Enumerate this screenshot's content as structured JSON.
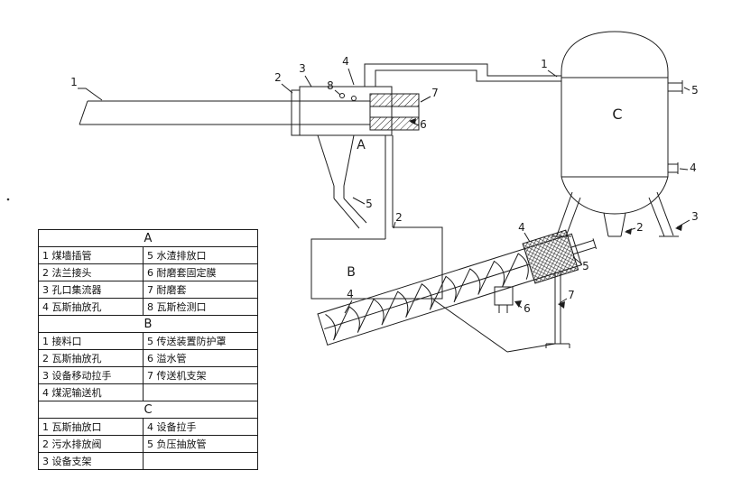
{
  "diagram": {
    "assemblies": {
      "a": "A",
      "b": "B",
      "c": "C"
    },
    "callouts": {
      "pipe1": "1",
      "flange2": "2",
      "collector3": "3",
      "hole4": "4",
      "detect8": "8",
      "sleeve7": "7",
      "fix6": "6",
      "drain5": "5",
      "bpipe2": "2",
      "conv4_top": "4",
      "conv4_bottom": "4",
      "cover5": "5",
      "overflow6": "6",
      "support7": "7",
      "inlet1": "1",
      "suction5": "5",
      "handle4": "4",
      "valve2": "2",
      "stand3": "3"
    }
  },
  "legend": {
    "sections": [
      {
        "header": "A",
        "rows": [
          [
            "1 煤墙插管",
            "5 水渣排放口"
          ],
          [
            "2 法兰接头",
            "6 耐磨套固定膜"
          ],
          [
            "3 孔口集流器",
            "7 耐磨套"
          ],
          [
            "4 瓦斯抽放孔",
            "8 瓦斯检测口"
          ]
        ]
      },
      {
        "header": "B",
        "rows": [
          [
            "1 接料口",
            "5 传送装置防护罩"
          ],
          [
            "2 瓦斯抽放孔",
            "6 溢水管"
          ],
          [
            "3 设备移动拉手",
            "7 传送机支架"
          ],
          [
            "4 煤泥输送机",
            ""
          ]
        ]
      },
      {
        "header": "C",
        "rows": [
          [
            "1 瓦斯抽放口",
            "4 设备拉手"
          ],
          [
            "2 污水排放阀",
            "5 负压抽放管"
          ],
          [
            "3 设备支架",
            ""
          ]
        ]
      }
    ]
  }
}
